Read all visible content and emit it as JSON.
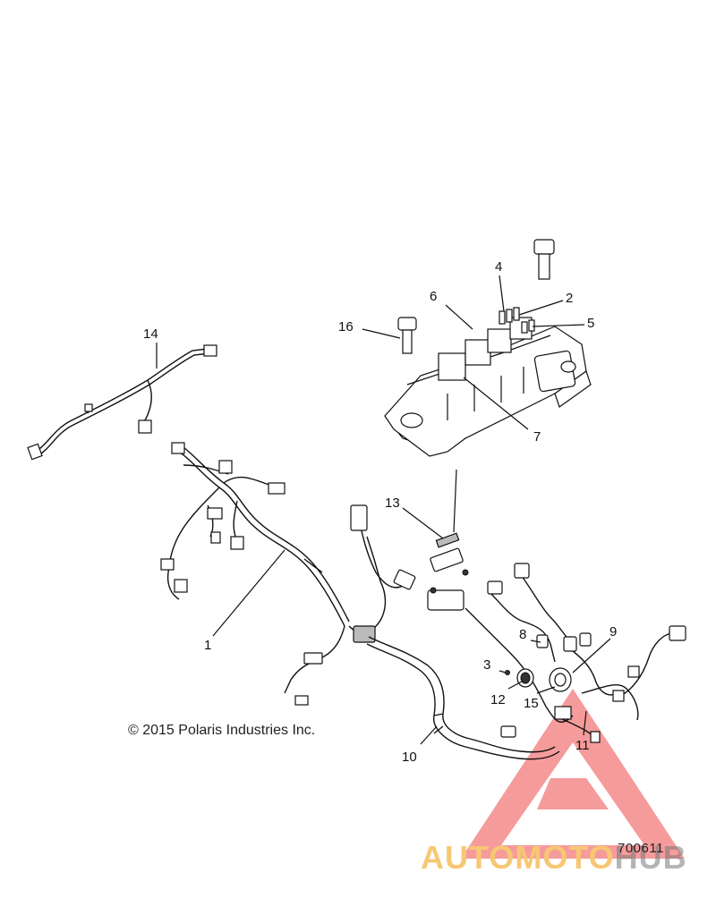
{
  "callouts": {
    "c1": "1",
    "c2": "2",
    "c3": "3",
    "c4": "4",
    "c5": "5",
    "c6": "6",
    "c7": "7",
    "c8": "8",
    "c9": "9",
    "c10": "10",
    "c11": "11",
    "c12": "12",
    "c13": "13",
    "c14": "14",
    "c15": "15",
    "c16": "16"
  },
  "copyright": "© 2015 Polaris Industries Inc.",
  "figure_number": "700611",
  "watermark": {
    "part_a": "AUTOMOTO",
    "part_b": "HUB",
    "color_a": "#f7c774",
    "color_b": "#888888",
    "triangle_color": "#f04a4a"
  }
}
